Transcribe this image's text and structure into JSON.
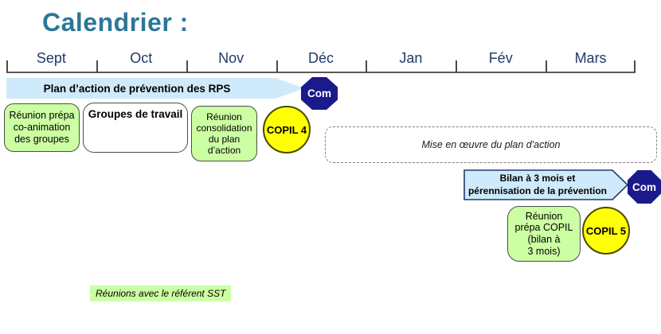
{
  "title": "Calendrier :",
  "timeline": {
    "months": [
      "Sept",
      "Oct",
      "Nov",
      "Déc",
      "Jan",
      "Fév",
      "Mars"
    ]
  },
  "phases": {
    "plan_action": {
      "label": "Plan d’action de prévention des RPS"
    },
    "com1": {
      "label": "Com"
    },
    "mise_en_oeuvre": {
      "label": "Mise en œuvre du plan d'action"
    },
    "bilan": {
      "label": "Bilan à 3 mois et\npérennisation de la prévention"
    },
    "com2": {
      "label": "Com"
    }
  },
  "events": {
    "reunion_prepa_groupes": {
      "label": "Réunion prépa\nco-animation\ndes groupes"
    },
    "groupes_travail": {
      "label": "Groupes de travail"
    },
    "reunion_consolidation": {
      "label": "Réunion\nconsolidation\ndu plan\nd’action"
    },
    "copil4": {
      "label": "COPIL 4"
    },
    "reunion_prepa_copil": {
      "label": "Réunion\nprépa COPIL\n(bilan à\n3 mois)"
    },
    "copil5": {
      "label": "COPIL 5"
    }
  },
  "legend": {
    "referent_sst": "Réunions avec le référent SST"
  },
  "colors": {
    "title_teal": "#2c7799",
    "month_navy": "#1f3a68",
    "banner_blue": "#cfeafa",
    "banner2_border": "#24386b",
    "octagon_navy": "#1a1a8c",
    "node_green": "#ccffa3",
    "copil_yellow": "#ffff05",
    "axis_gray": "#595959"
  }
}
